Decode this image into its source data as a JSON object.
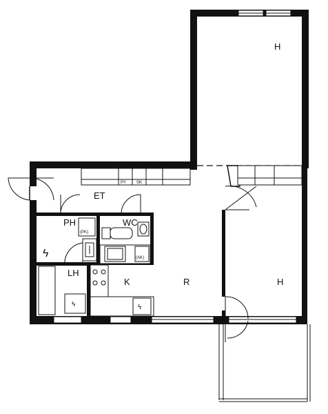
{
  "rooms": {
    "bedroom_top": "H",
    "hall": "ET",
    "bathroom": "PH",
    "toilet": "WC",
    "closet": "LH",
    "kitchen": "K",
    "living": "R",
    "bedroom_right": "H"
  },
  "fixtures": {
    "wardrobe_py": "PY",
    "wardrobe_sk": "SK",
    "washer": "(PK)",
    "dishwasher": "(AK)"
  }
}
